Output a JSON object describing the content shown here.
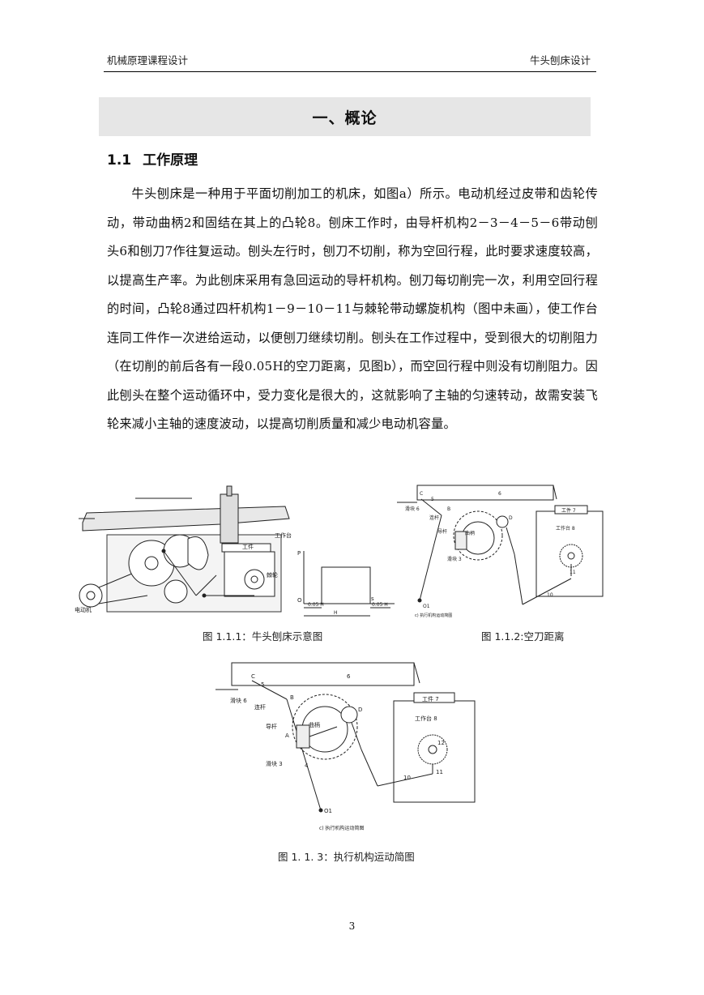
{
  "header": {
    "left": "机械原理课程设计",
    "right": "牛头刨床设计"
  },
  "chapter_title": "一、概论",
  "section": {
    "number": "1.1",
    "title": "工作原理"
  },
  "paragraph": "牛头刨床是一种用于平面切削加工的机床，如图a）所示。电动机经过皮带和齿轮传动，带动曲柄2和固结在其上的凸轮8。刨床工作时，由导杆机构2－3－4－5－6带动刨头6和刨刀7作往复运动。刨头左行时，刨刀不切削，称为空回行程，此时要求速度较高，以提高生产率。为此刨床采用有急回运动的导杆机构。刨刀每切削完一次，利用空回行程的时间，凸轮8通过四杆机构1－9－10－11与棘轮带动螺旋机构（图中未画），使工作台连同工件作一次进给运动，以便刨刀继续切削。刨头在工作过程中，受到很大的切削阻力（在切削的前后各有一段0.05H的空刀距离，见图b），而空回行程中则没有切削阻力。因此刨头在整个运动循环中，受力变化是很大的，这就影响了主轴的匀速转动，故需安装飞轮来减小主轴的速度波动，以提高切削质量和减少电动机容量。",
  "figures": {
    "fig1": {
      "caption": "图 1.1.1：牛头刨床示意图",
      "labels": {
        "motor": "电动机",
        "worktable": "工作台",
        "ratchet": "棘轮",
        "workpiece": "工件",
        "h1": "0.05 H",
        "h2": "H",
        "h3": "0.05 H",
        "p": "P",
        "s": "s",
        "o": "O"
      }
    },
    "fig2": {
      "caption": "图 1.1.2:空刀距离",
      "labels": {
        "six": "6",
        "c": "C",
        "five": "5",
        "b": "B",
        "slider6": "滑块 6",
        "link": "连杆",
        "guide": "导杆",
        "crank": "曲柄",
        "slider3": "滑块 3",
        "work7": "工件 7",
        "table8": "工作台 8",
        "ten": "10",
        "eleven": "11",
        "o1": "O1",
        "d": "D",
        "foot": "c) 执行机构运动简图"
      }
    },
    "fig3": {
      "caption": "图 1. 1. 3：执行机构运动简图",
      "labels": {
        "six": "6",
        "c": "C",
        "five": "5",
        "b": "B",
        "slider6": "滑块 6",
        "link": "连杆",
        "guide": "导杆",
        "crank": "曲柄",
        "a": "A",
        "slider3": "滑块 3",
        "four": "4",
        "work7": "工件 7",
        "table8": "工作台 8",
        "twelve": "12",
        "ten": "10",
        "eleven": "11",
        "o1": "O1",
        "d": "D",
        "foot": "c) 执行机构运动简图"
      }
    }
  },
  "page_number": "3"
}
